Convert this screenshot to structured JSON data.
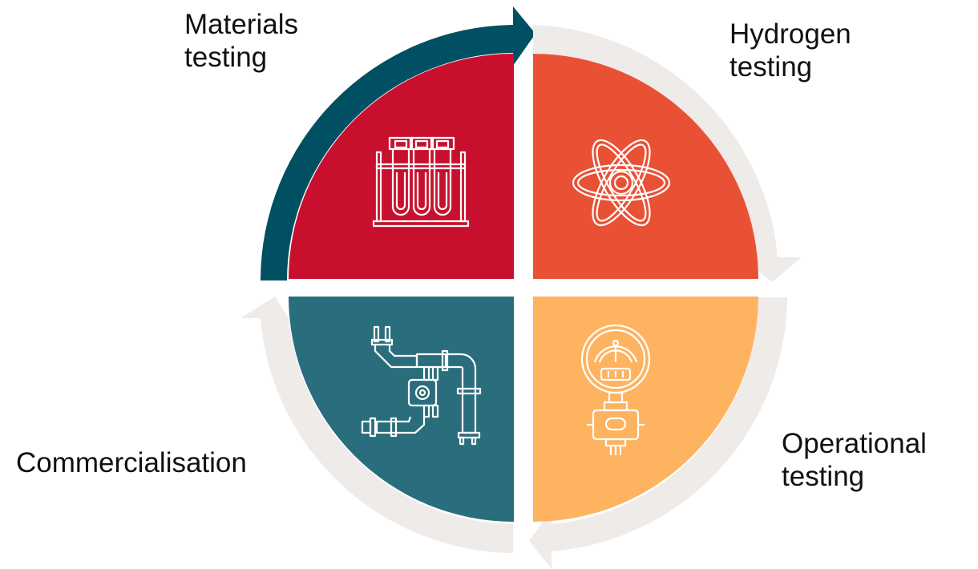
{
  "colors": {
    "background": "#ffffff",
    "materials_quadrant": "#c8102e",
    "hydrogen_quadrant": "#e95135",
    "operational_quadrant": "#fdb360",
    "commercialisation_quadrant": "#2a6d7c",
    "active_arrow": "#004f63",
    "inactive_arrow": "#efebe8",
    "icon_stroke": "#ffffff",
    "text": "#111111"
  },
  "stages": [
    {
      "id": "materials",
      "label_lines": [
        "Materials",
        "testing"
      ],
      "icon": "test-tubes-rack-icon",
      "active": true
    },
    {
      "id": "hydrogen",
      "label_lines": [
        "Hydrogen",
        "testing"
      ],
      "icon": "atom-icon",
      "active": false
    },
    {
      "id": "operational",
      "label_lines": [
        "Operational",
        "testing"
      ],
      "icon": "pressure-gauge-icon",
      "active": false
    },
    {
      "id": "commercialisation",
      "label_lines": [
        "Commercialisation"
      ],
      "icon": "pipeline-valve-icon",
      "active": false
    }
  ]
}
